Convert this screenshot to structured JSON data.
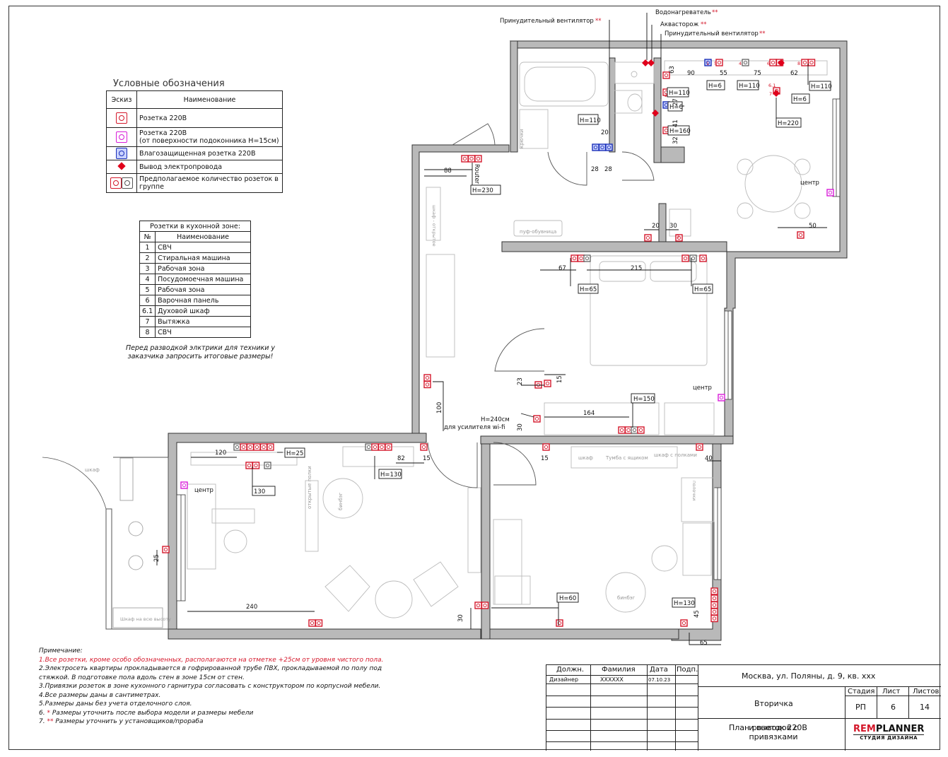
{
  "legend": {
    "title": "Условные обозначения",
    "col_sketch": "Эскиз",
    "col_name": "Наименование",
    "rows": [
      {
        "icon": "socket-220v-icon",
        "label": "Розетка 220В"
      },
      {
        "icon": "socket-sill-icon",
        "label": "Розетка 220В",
        "label2": "(от поверхности подоконника Н=15см)"
      },
      {
        "icon": "socket-waterproof-icon",
        "label": "Влагозащищенная розетка 220В"
      },
      {
        "icon": "wire-outlet-icon",
        "label": "Вывод электропровода"
      },
      {
        "icon": "socket-group-icon",
        "label": "Предполагаемое количество розеток в",
        "label2": "группе"
      }
    ]
  },
  "kitchen_table": {
    "title": "Розетки в кухонной зоне:",
    "col_no": "№",
    "col_name": "Наименование",
    "rows": [
      {
        "no": "1",
        "name": "СВЧ"
      },
      {
        "no": "2",
        "name": "Стиральная машина"
      },
      {
        "no": "3",
        "name": "Рабочая зона"
      },
      {
        "no": "4",
        "name": "Посудомоечная машина"
      },
      {
        "no": "5",
        "name": "Рабочая зона"
      },
      {
        "no": "6",
        "name": "Варочная панель"
      },
      {
        "no": "6.1",
        "name": "Духовой шкаф"
      },
      {
        "no": "7",
        "name": "Вытяжка"
      },
      {
        "no": "8",
        "name": "СВЧ"
      }
    ],
    "note_line1": "Перед разводкой элктрики для техники у",
    "note_line2": "заказчика запросить итоговые размеры!"
  },
  "plan": {
    "callouts": {
      "fan1": "Принудительный вентилятор",
      "boiler": "Водонагреватель",
      "aquastop": "Аквасторож",
      "fan2": "Принудительный вентилятор",
      "star2": "**"
    },
    "heights": {
      "h110a": "H=110",
      "h20": "20",
      "h28a": "28",
      "h28b": "28",
      "h110b": "H=110",
      "h6a": "H=6",
      "h160": "H=160",
      "h110c": "H=110",
      "h110d": "H=110",
      "h6b": "H=6",
      "h6c": "H=6",
      "h220": "H=220",
      "h230": "H=230",
      "h88": "88",
      "router": "Router",
      "h63": "63",
      "h90": "90",
      "h55": "55",
      "h75": "75",
      "h62": "62",
      "h27": "27",
      "h41": "41",
      "h32": "32",
      "h20b": "20",
      "h30b": "30",
      "h50": "50",
      "center1": "центр",
      "h67": "67",
      "h215": "215",
      "h65a": "H=65",
      "h65b": "H=65",
      "h23": "23",
      "h15a": "15",
      "center2": "центр",
      "h100": "100",
      "h240wifi": "H=240см",
      "wifi": "для усилителя wi-fi",
      "h30c": "30",
      "h164": "164",
      "h150": "H=150",
      "h120": "120",
      "h25": "H=25",
      "h82": "82",
      "h15b": "15",
      "h130a": "H=130",
      "center3": "центр",
      "h15c": "15",
      "h40": "40",
      "h25b": "25",
      "h240": "240",
      "h30d": "30",
      "h130": "130",
      "h60": "H=60",
      "h130b": "H=130",
      "h45": "45",
      "h65": "65"
    },
    "furniture": {
      "shkaf1": "шкаф",
      "shkaf2": "шкаф",
      "tumba": "Тумба с ящиком",
      "shkaf3": "шкаф с полками",
      "kryuchki": "крючки",
      "puf": "пуф-обувница",
      "binbag1": "бинбэг",
      "binbag2": "бинбэг",
      "otkrytye": "открытые полки",
      "shkaf_balk": "Шкаф на всю высоту",
      "polochki": "полочки",
      "shkaf_open": "шкаф - открытое"
    },
    "numbers": [
      "1",
      "2",
      "3",
      "4",
      "5",
      "6",
      "6.1",
      "7",
      "8"
    ]
  },
  "notes": {
    "title": "Примечание:",
    "items": [
      {
        "t": "1.Все розетки, кроме особо обозначенных, располагаются на отметке +25см от уровня чистого пола.",
        "red": true
      },
      {
        "t": "2.Электросеть квартиры прокладывается в гофрированной трубе ПВХ, прокладываемой по полу под",
        "red": false
      },
      {
        "t": "   стяжкой. В подготовке пола вдоль стен в зоне 15см от стен.",
        "red": false
      },
      {
        "t": "3.Привязки розеток в зоне кухонного гарнитура согласовать с конструктором по корпусной мебели.",
        "red": false
      },
      {
        "t": "4.Все размеры даны в сантиметрах.",
        "red": false
      },
      {
        "t": "5.Размеры даны без учета отделочного слоя.",
        "red": false
      }
    ],
    "n6_pre": "6. ",
    "n6_star": "*",
    "n6_text": " Размеры уточнить после выбора модели и размеры мебели",
    "n7_pre": "7. ",
    "n7_star": "**",
    "n7_text": " Размеры уточнить у установщиков/прораба"
  },
  "stamp": {
    "h_role": "Должн.",
    "h_surname": "Фамилия",
    "h_date": "Дата",
    "h_sign": "Подп.",
    "role": "Дизайнер",
    "surname": "XXXXXX",
    "date": "07.10.23",
    "address": "Москва, ул. Поляны, д. 9, кв. ххх",
    "type": "Вторичка",
    "h_stage": "Стадия",
    "h_sheet": "Лист",
    "h_sheets": "Листов",
    "stage": "РП",
    "sheet": "6",
    "sheets": "14",
    "title1": "План розеток 220В",
    "title2": "и выводов с привязками",
    "brand_a": "REM",
    "brand_b": "PLANNER",
    "brand_sub": "СТУДИЯ ДИЗАЙНА"
  },
  "colors": {
    "socket": "#d4172a",
    "sill_socket": "#d81bd8",
    "waterproof": "#1b2fb8",
    "wall": "#b9b9b9"
  }
}
